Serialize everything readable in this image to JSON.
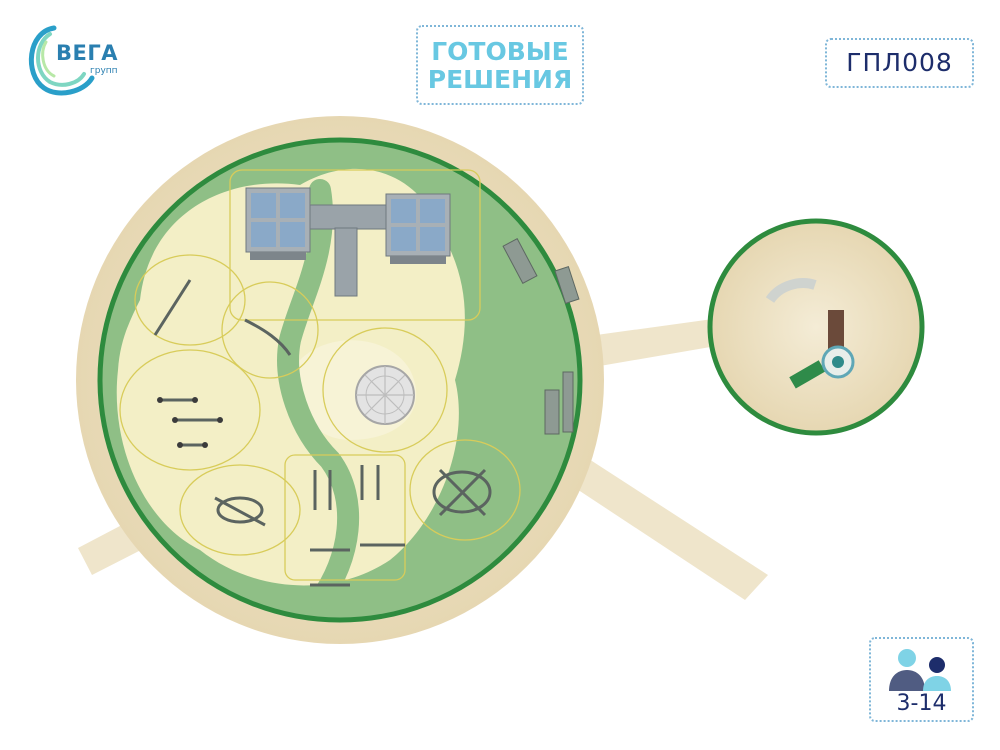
{
  "logo": {
    "brand": "ВЕГА",
    "subtitle": "групп"
  },
  "header": {
    "solutions_line1": "ГОТОВЫЕ",
    "solutions_line2": "РЕШЕНИЯ",
    "project_code": "ГПЛ008"
  },
  "age_badge": {
    "range": "3-14"
  },
  "colors": {
    "brand_blue": "#2a7fb0",
    "accent_cyan": "#68c8e2",
    "navy": "#1d2d6b",
    "lawn_green": "#8fbf86",
    "fence_green": "#2e8b3e",
    "sand": "#ece1c6",
    "play_yellow": "#f3efc6"
  },
  "icons": [
    "vega-logo-icon",
    "children-icon",
    "slide-tower-icon",
    "carousel-icon",
    "bench-icon",
    "spring-rocker-icon"
  ]
}
